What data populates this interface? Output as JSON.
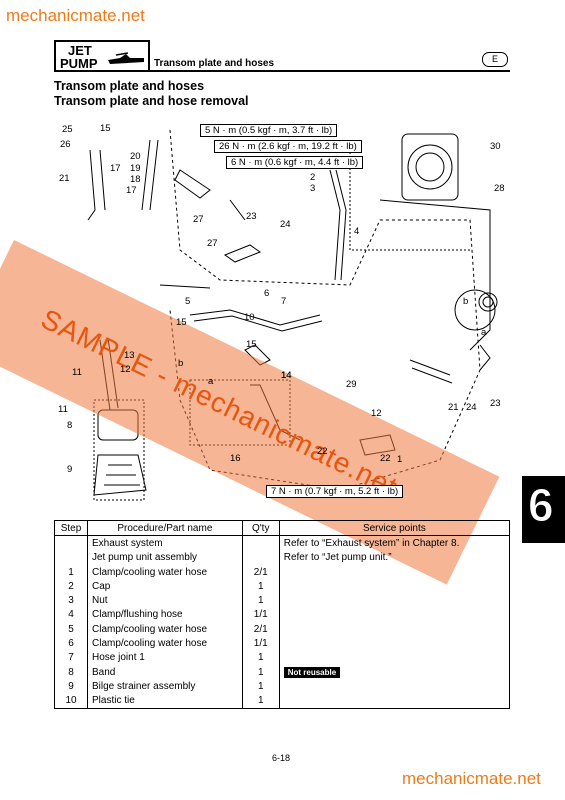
{
  "watermark_top": "mechanicmate.net",
  "watermark_bottom": "mechanicmate.net",
  "header": {
    "line1": "JET",
    "line2": "PUMP",
    "title": "Transom plate and hoses",
    "lang": "E"
  },
  "heading1": "Transom plate and hoses",
  "heading2": "Transom plate and hose removal",
  "sample_text": "SAMPLE - mechanicmate.net",
  "torques": [
    "5 N · m (0.5 kgf · m, 3.7 ft · lb)",
    "26 N · m (2.6 kgf · m, 19.2 ft · lb)",
    "6 N · m (0.6 kgf · m, 4.4 ft · lb)",
    "7 N · m (0.7 kgf · m, 5.2 ft · lb)"
  ],
  "callouts": [
    "25",
    "15",
    "26",
    "17",
    "20",
    "19",
    "18",
    "21",
    "17",
    "27",
    "23",
    "24",
    "27",
    "2",
    "3",
    "4",
    "30",
    "28",
    "5",
    "6",
    "7",
    "15",
    "16",
    "13",
    "12",
    "11",
    "11",
    "8",
    "9",
    "14",
    "29",
    "12",
    "22",
    "1",
    "10",
    "21",
    "24",
    "23",
    "22",
    "a",
    "b",
    "a",
    "b",
    "14",
    "15"
  ],
  "table": {
    "headers": [
      "Step",
      "Procedure/Part name",
      "Q'ty",
      "Service points"
    ],
    "rows": [
      {
        "step": "",
        "name": "Exhaust system",
        "qty": "",
        "service": "Refer to “Exhaust system” in Chapter 8."
      },
      {
        "step": "",
        "name": "Jet pump unit assembly",
        "qty": "",
        "service": "Refer to “Jet pump unit.”"
      },
      {
        "step": "1",
        "name": "Clamp/cooling water hose",
        "qty": "2/1",
        "service": ""
      },
      {
        "step": "2",
        "name": "Cap",
        "qty": "1",
        "service": ""
      },
      {
        "step": "3",
        "name": "Nut",
        "qty": "1",
        "service": ""
      },
      {
        "step": "4",
        "name": "Clamp/flushing hose",
        "qty": "1/1",
        "service": ""
      },
      {
        "step": "5",
        "name": "Clamp/cooling water hose",
        "qty": "2/1",
        "service": ""
      },
      {
        "step": "6",
        "name": "Clamp/cooling water hose",
        "qty": "1/1",
        "service": ""
      },
      {
        "step": "7",
        "name": "Hose joint 1",
        "qty": "1",
        "service": ""
      },
      {
        "step": "8",
        "name": "Band",
        "qty": "1",
        "service": "Not reusable"
      },
      {
        "step": "9",
        "name": "Bilge strainer assembly",
        "qty": "1",
        "service": ""
      },
      {
        "step": "10",
        "name": "Plastic tie",
        "qty": "1",
        "service": ""
      }
    ]
  },
  "chapter": "6",
  "page_number": "6-18",
  "colors": {
    "watermark": "#f07a1a",
    "sample_band": "#ee783c"
  }
}
